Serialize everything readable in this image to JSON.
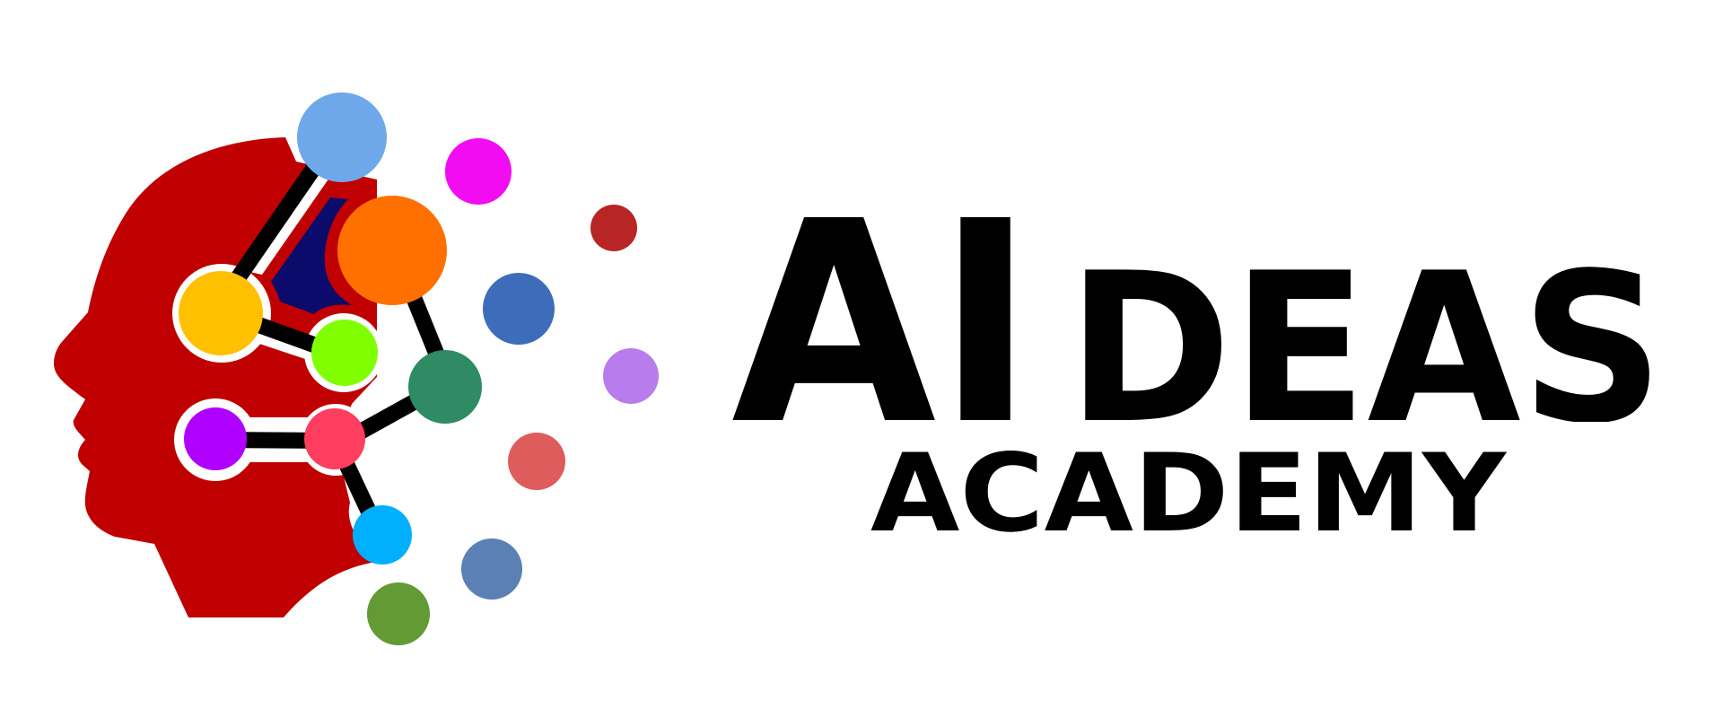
{
  "brand": {
    "title_ai": "AI",
    "title_ideas": "DEAS",
    "subtitle": "ACADEMY",
    "text_color": "#000000"
  },
  "logo": {
    "head_color": "#c00000",
    "triangle_color": "#0b0b6b",
    "line_color": "#000000",
    "nodes": [
      {
        "name": "node-light-blue",
        "color": "#6ea8ea"
      },
      {
        "name": "node-magenta",
        "color": "#f20cf2"
      },
      {
        "name": "node-dark-red",
        "color": "#b82525"
      },
      {
        "name": "node-orange",
        "color": "#ff7000"
      },
      {
        "name": "node-yellow",
        "color": "#ffc000"
      },
      {
        "name": "node-lime",
        "color": "#80ff00"
      },
      {
        "name": "node-steel-blue",
        "color": "#3d6dba"
      },
      {
        "name": "node-lavender",
        "color": "#b87cec"
      },
      {
        "name": "node-teal",
        "color": "#2e8b63"
      },
      {
        "name": "node-purple",
        "color": "#b000ff"
      },
      {
        "name": "node-pink-red",
        "color": "#ff3d5e"
      },
      {
        "name": "node-coral",
        "color": "#de5c5c"
      },
      {
        "name": "node-sky-blue",
        "color": "#00b0ff"
      },
      {
        "name": "node-slate-blue",
        "color": "#5b80b4"
      },
      {
        "name": "node-olive-green",
        "color": "#629a33"
      }
    ]
  }
}
